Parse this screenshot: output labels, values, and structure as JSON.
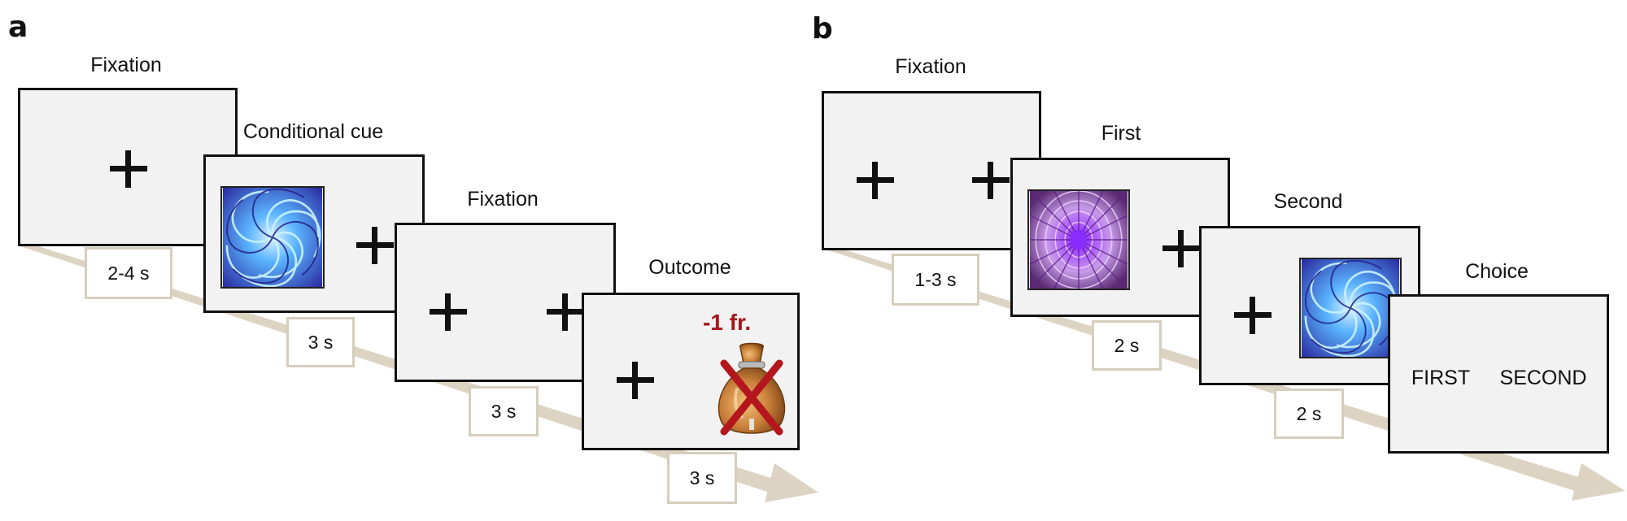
{
  "panel_a": {
    "label": "a",
    "fixation1_title": "Fixation",
    "fixation1_duration": "2-4 s",
    "cue_title": "Conditional cue",
    "cue_duration": "3 s",
    "fixation2_title": "Fixation",
    "fixation2_duration": "3 s",
    "outcome_title": "Outcome",
    "outcome_duration": "3 s",
    "outcome_text": "-1 fr."
  },
  "panel_b": {
    "label": "b",
    "fixation_title": "Fixation",
    "fixation_duration": "1-3 s",
    "first_title": "First",
    "first_duration": "2 s",
    "second_title": "Second",
    "second_duration": "2 s",
    "choice_title": "Choice",
    "choice_left": "FIRST",
    "choice_right": "SECOND"
  },
  "colors": {
    "screen_fill": "#f2f2f2",
    "timeline": "#ddd3c2",
    "loss_text": "#a3171b",
    "stim_blue": "#3a3fb8",
    "stim_purple": "#9b4fd8"
  }
}
